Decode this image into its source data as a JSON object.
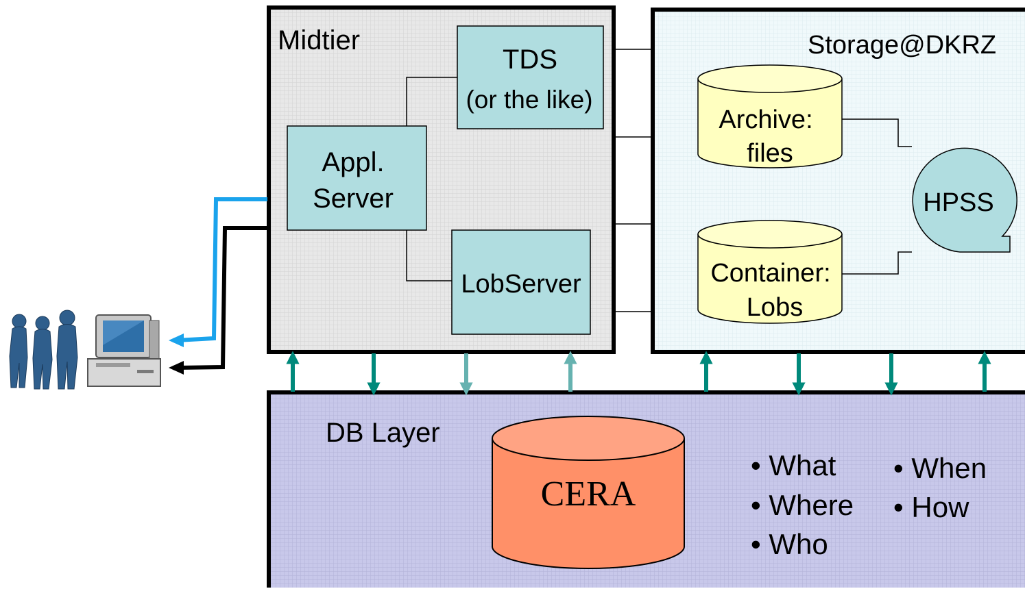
{
  "midtier": {
    "title": "Midtier",
    "tds": {
      "line1": "TDS",
      "line2": "(or the like)"
    },
    "appl": {
      "line1": "Appl.",
      "line2": "Server"
    },
    "lob": {
      "label": "LobServer"
    }
  },
  "storage": {
    "title": "Storage@DKRZ",
    "archive": {
      "line1": "Archive:",
      "line2": "files"
    },
    "container": {
      "line1": "Container:",
      "line2": "Lobs"
    },
    "hpss": {
      "label": "HPSS"
    }
  },
  "db": {
    "title": "DB Layer",
    "cera": "CERA",
    "bullets_left": [
      "• What",
      "• Where",
      "• Who"
    ],
    "bullets_right": [
      "• When",
      "• How"
    ]
  },
  "colors": {
    "midtier_bg": "#e6e6e6",
    "storage_bg": "#eef8fa",
    "db_bg": "#c4c4e6",
    "box_teal": "#b0dde0",
    "cylinder_yellow": "#ffffc0",
    "cera_orange": "#ff9068",
    "arrow_teal": "#00897b",
    "arrow_teal_light": "#66b2b0",
    "line_cyan": "#1aa3ec"
  },
  "icons": [
    "users-icon",
    "computer-icon"
  ]
}
